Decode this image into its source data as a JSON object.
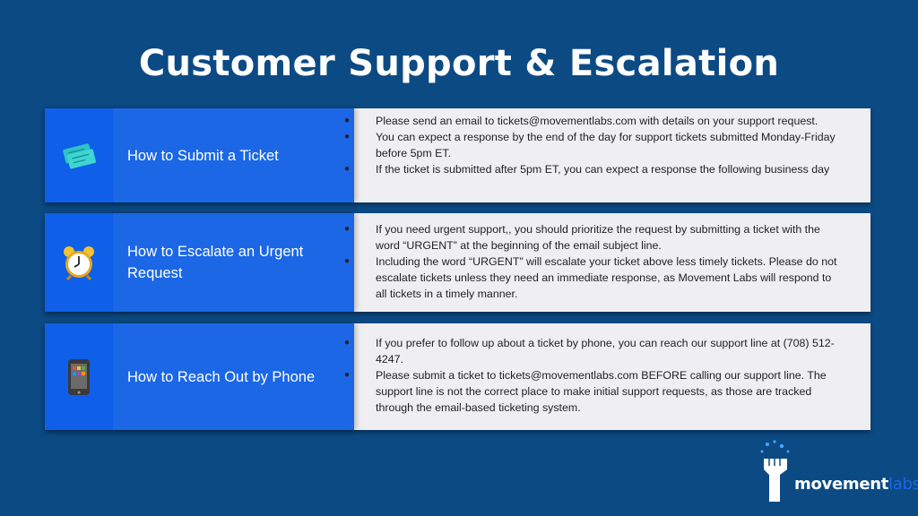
{
  "title": "Customer Support & Escalation",
  "sections": [
    {
      "icon": "ticket-icon",
      "label": "How to Submit a Ticket",
      "bullets": [
        "Please send an email to tickets@movementlabs.com with details on your support request.",
        "You can expect a response by the end of the day for support tickets submitted Monday-Friday before 5pm ET.",
        "If the ticket is submitted after 5pm ET, you can expect a response the following business day"
      ]
    },
    {
      "icon": "alarm-clock-icon",
      "label": "How to Escalate an Urgent Request",
      "bullets": [
        "If you need urgent support,, you should prioritize the request by submitting a ticket with the word “URGENT” at the beginning of the email subject line.",
        "Including the word “URGENT” will escalate your ticket above less timely tickets. Please do not escalate tickets unless they need an immediate response, as Movement Labs will respond to all tickets in a timely manner."
      ]
    },
    {
      "icon": "mobile-phone-icon",
      "label": "How to Reach Out by Phone",
      "bullets": [
        "If you prefer to follow up about a ticket by phone, you can reach our support line at (708) 512-4247.",
        "Please submit a ticket to tickets@movementlabs.com BEFORE calling our support line. The support line is not the correct place to make initial support requests, as those are tracked through the email-based ticketing system."
      ]
    }
  ],
  "logo": {
    "word_bold": "movement",
    "word_light": "labs"
  },
  "colors": {
    "background": "#0c4a84",
    "accent_blue": "#1b67e6",
    "panel": "#efeff1"
  }
}
